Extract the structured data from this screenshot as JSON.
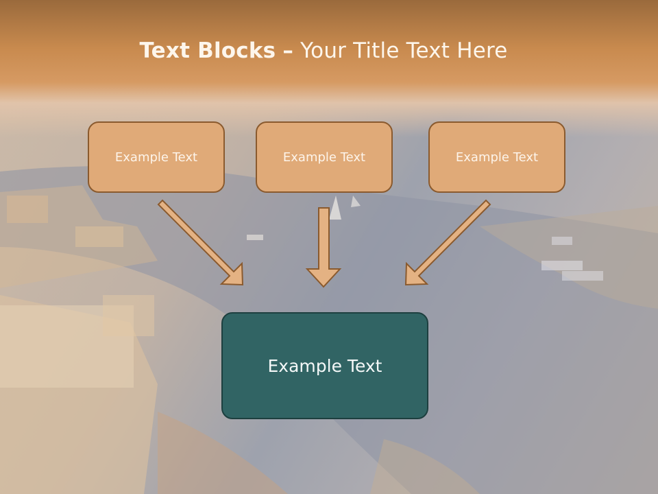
{
  "title": {
    "bold": "Text Blocks",
    "separator": "–",
    "rest": "Your Title Text Here"
  },
  "boxes": [
    {
      "label": "Example Text"
    },
    {
      "label": "Example Text"
    },
    {
      "label": "Example Text"
    }
  ],
  "target_box": {
    "label": "Example Text"
  },
  "colors": {
    "header": "#c88a4e",
    "box_fill": "#e0aa78",
    "box_border": "#8a5a2e",
    "target_fill": "#316464",
    "arrow_fill": "#e4b283"
  }
}
